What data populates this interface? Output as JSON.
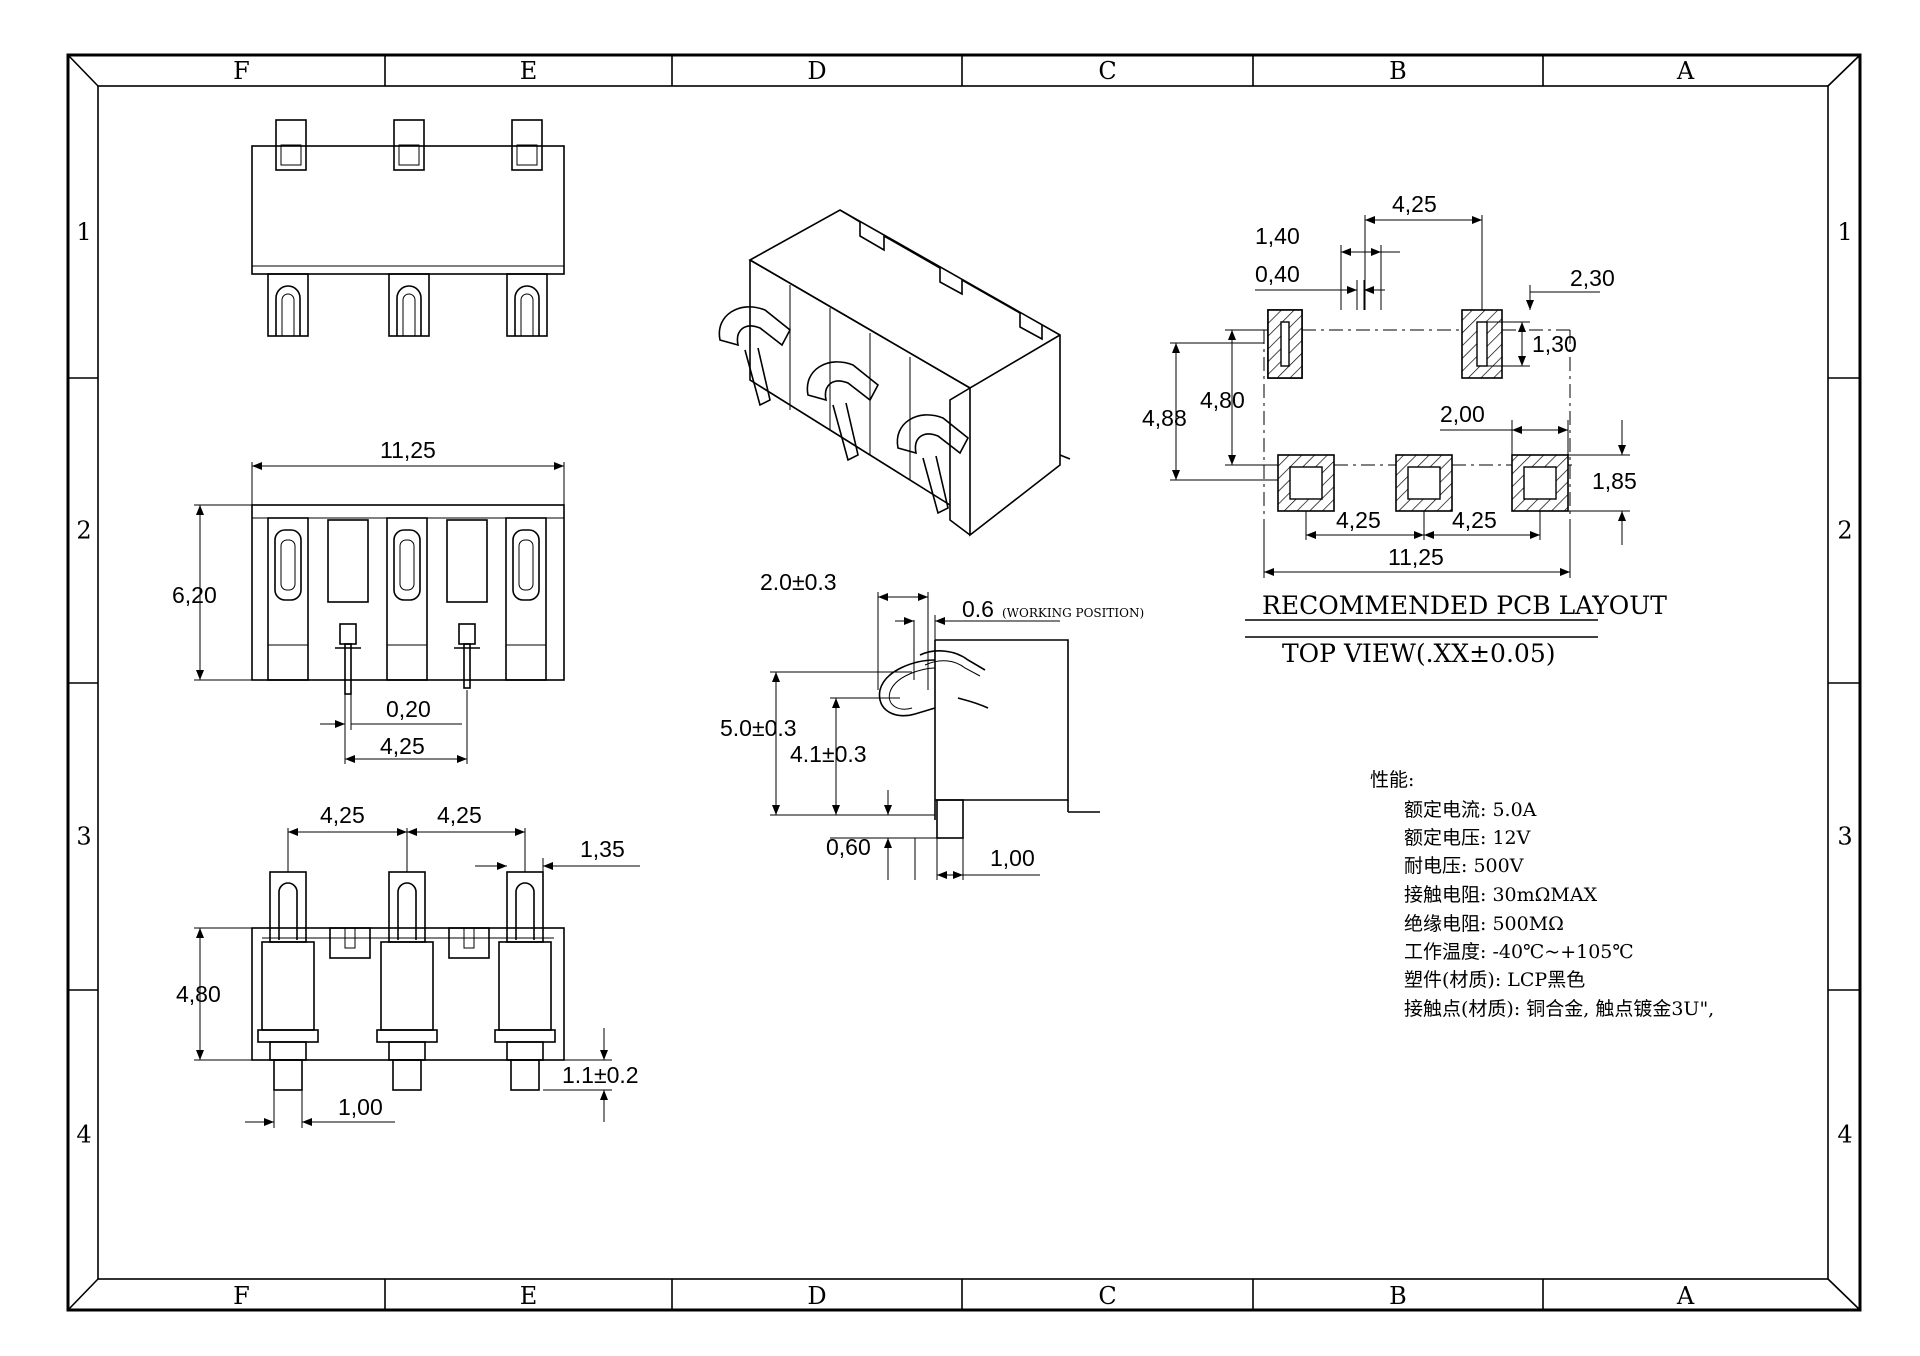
{
  "frame": {
    "columns": [
      "F",
      "E",
      "D",
      "C",
      "B",
      "A"
    ],
    "rows": [
      "1",
      "2",
      "3",
      "4"
    ]
  },
  "views": {
    "front_width": "11,25",
    "front_height": "6,20",
    "pin_width": "0,20",
    "pin_pitch": "4,25",
    "bottom_pitch_1": "4,25",
    "bottom_pitch_2": "4,25",
    "bottom_offset": "1,35",
    "bottom_height": "4,80",
    "bottom_pin_width": "1,00",
    "bottom_tail": "1.1±0.2"
  },
  "side_view": {
    "contact_width": "2.0±0.3",
    "working_gap": "0.6",
    "working_note": "(WORKING POSITION)",
    "height_total": "5.0±0.3",
    "height_contact": "4.1±0.3",
    "tail_offset": "0,60",
    "tail_length": "1,00"
  },
  "pcb": {
    "pitch_top": "4,25",
    "pad_width": "1,40",
    "slot_width": "0,40",
    "pad_height_right": "2,30",
    "slot_height": "1,30",
    "row_spacing_outer": "4,88",
    "row_spacing_inner": "4,80",
    "pad_square": "2,00",
    "pad_square_height": "1,85",
    "pitch_bottom_1": "4,25",
    "pitch_bottom_2": "4,25",
    "overall": "11,25",
    "caption_1": "RECOMMENDED PCB LAYOUT",
    "caption_2": "TOP VIEW(.XX±0.05)"
  },
  "specs": {
    "heading": "性能:",
    "lines": [
      "额定电流: 5.0A",
      "额定电压: 12V",
      "耐电压: 500V",
      "接触电阻: 30mΩMAX",
      "绝缘电阻: 500MΩ",
      "工作温度: -40℃~+105℃",
      "塑件(材质): LCP黑色",
      "接触点(材质): 铜合金, 触点镀金3U\","
    ]
  }
}
